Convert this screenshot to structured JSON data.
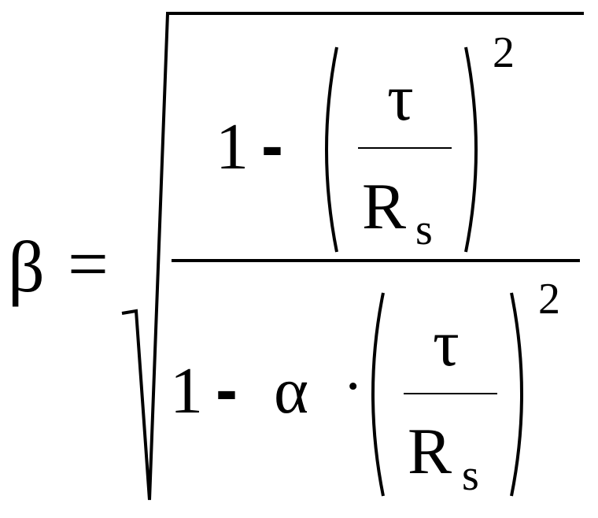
{
  "formula": {
    "lhs": "β",
    "equals": "=",
    "numerator": {
      "one": "1",
      "minus": "-",
      "tau": "τ",
      "r": "R",
      "sub": "s",
      "power": "2"
    },
    "denominator": {
      "one": "1",
      "minus": "-",
      "alpha": "α",
      "dot": "·",
      "tau": "τ",
      "r": "R",
      "sub": "s",
      "power": "2"
    }
  }
}
